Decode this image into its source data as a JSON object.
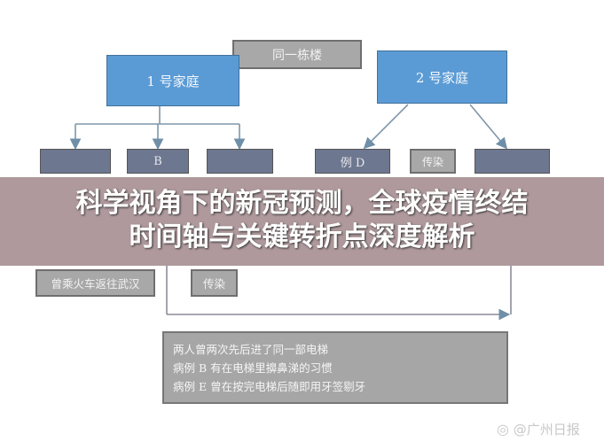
{
  "diagram": {
    "same_building": "同一栋楼",
    "family1": "1 号家庭",
    "family2": "2 号家庭",
    "transmit_top": "传染",
    "case_b_partial": "B",
    "case_d_partial": "例 D",
    "train_wuhan": "曾乘火车返往武汉",
    "transmit_bottom": "传染",
    "notes": [
      "两人曾两次先后进了同一部电梯",
      "病例 B 有在电梯里擤鼻涕的习惯",
      "病例 E 曾在按完电梯后随即用牙签剔牙"
    ]
  },
  "overlay_title": {
    "line1": "科学视角下的新冠预测，全球疫情终结",
    "line2": "时间轴与关键转折点深度解析"
  },
  "watermark": "@广州日报",
  "colors": {
    "blue_box": "#5b9bd5",
    "gray_box": "#a8a8a8",
    "overlay": "#9e8286"
  }
}
